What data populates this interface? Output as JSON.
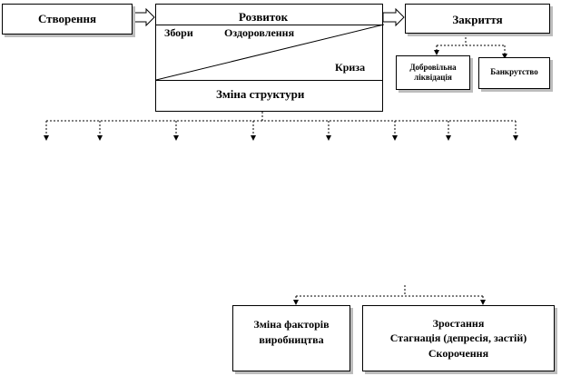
{
  "diagram": {
    "stage_creation": "Створення",
    "stage_development": "Розвиток",
    "stage_closure": "Закриття",
    "phase_growth": "Збори",
    "phase_recovery": "Оздоровлення",
    "phase_crisis": "Криза",
    "structure_change": "Зміна структури",
    "closure_voluntary": "Добровільна ліквідація",
    "closure_bankruptcy": "Банкрутство",
    "factors_change": "Зміна факторів виробництва",
    "dynamics": [
      "Зростання",
      "Стагнація (депресія, застій)",
      "Скорочення"
    ]
  }
}
